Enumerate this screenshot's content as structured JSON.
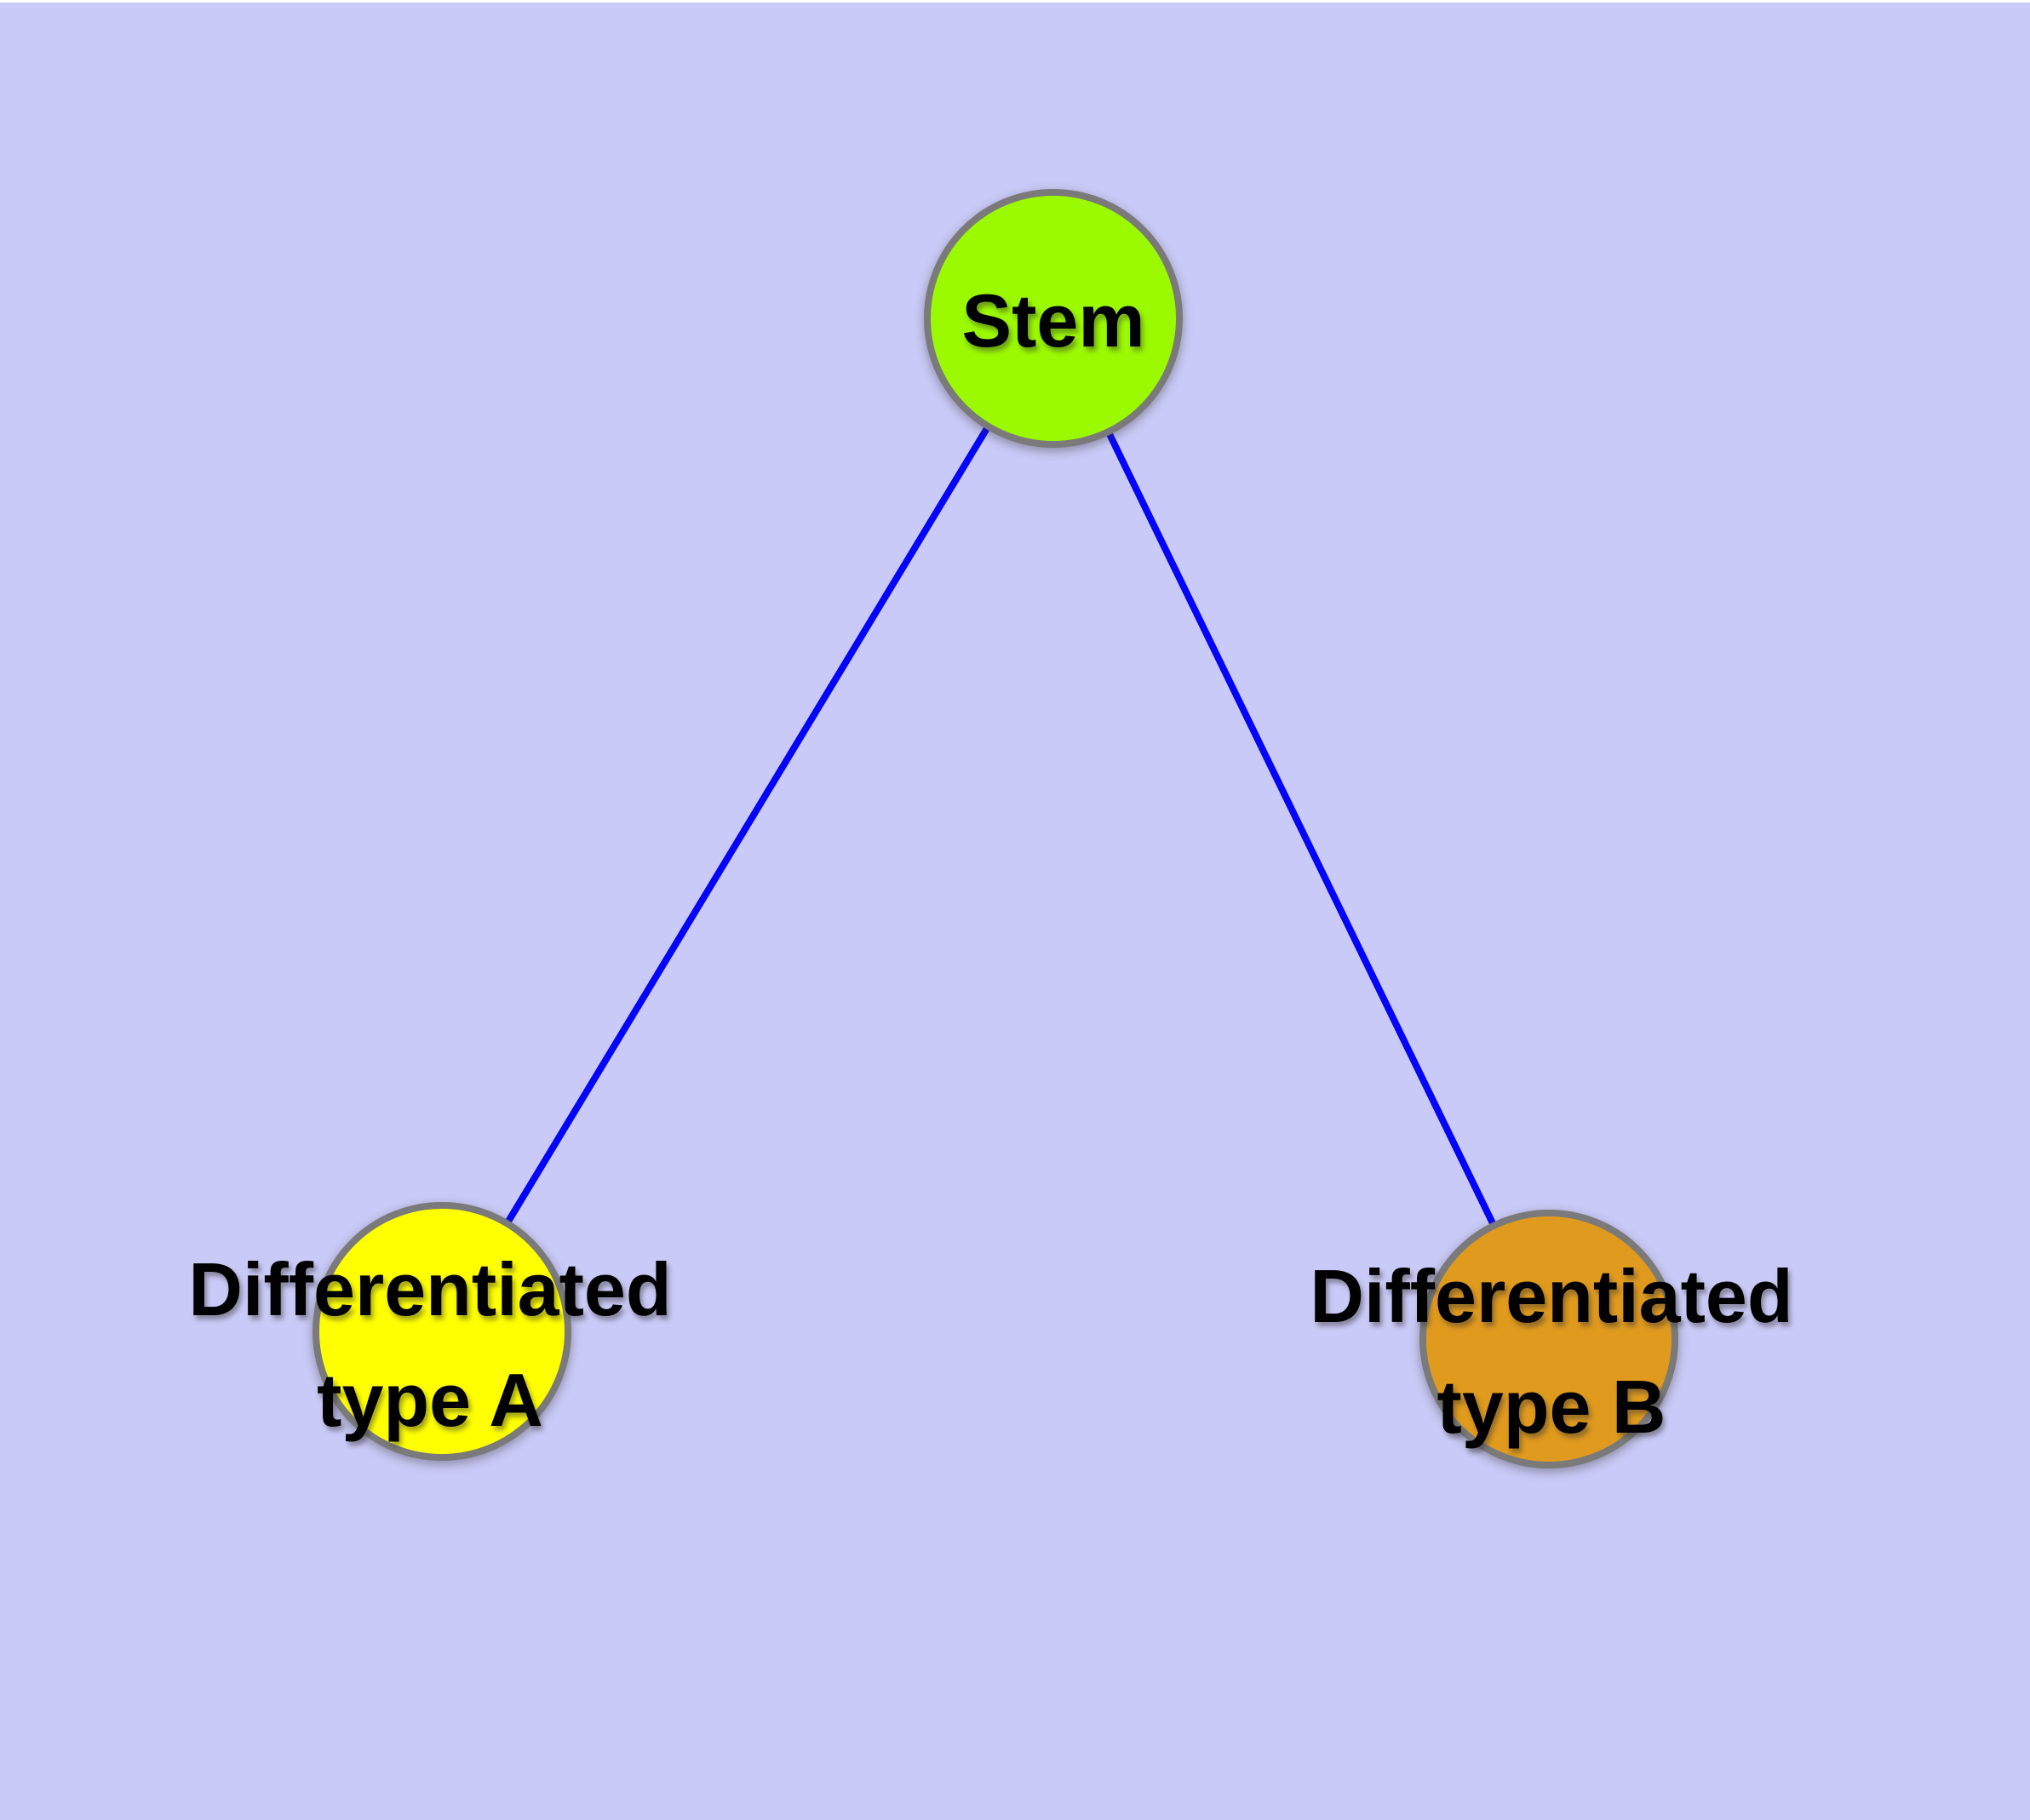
{
  "diagram": {
    "background_color": "#CACAF8",
    "top_strip_color": "#FFFFFF",
    "text_color": "#000000",
    "edge_color": "#0404F8",
    "node_border_color": "#7A7A7A",
    "nodes": {
      "stem": {
        "label": "Stem",
        "fill_color": "#9BFA00"
      },
      "type_a": {
        "label_line1": "Differentiated",
        "label_line2": "type A",
        "fill_color": "#FFFF00"
      },
      "type_b": {
        "label_line1": "Differentiated",
        "label_line2": "type B",
        "fill_color": "#E09A1E"
      }
    },
    "edges": [
      {
        "from": "Stem",
        "to": "Differentiated type A"
      },
      {
        "from": "Stem",
        "to": "Differentiated type B"
      }
    ]
  }
}
